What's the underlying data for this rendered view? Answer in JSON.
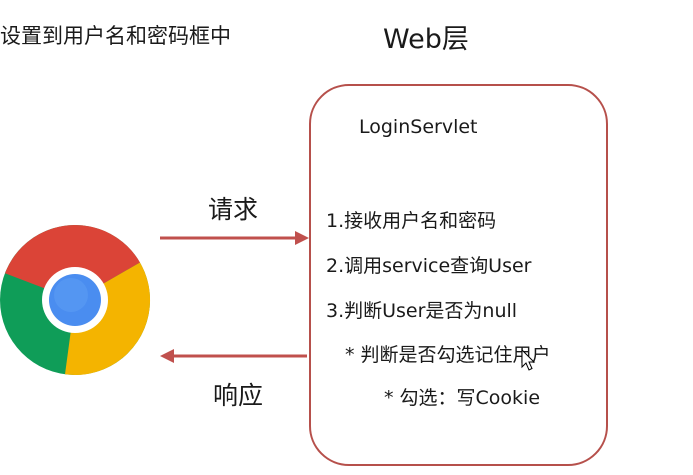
{
  "caption": "设置到用户名和密码框中",
  "layer_title": "Web层",
  "servlet": {
    "name": "LoginServlet",
    "steps": [
      "1.接收用户名和密码",
      "2.调用service查询User",
      "3.判断User是否为null",
      "* 判断是否勾选记住用户",
      "* 勾选：写Cookie"
    ]
  },
  "arrows": {
    "request_label": "请求",
    "response_label": "响应"
  },
  "colors": {
    "box_border": "#b6504b",
    "arrow": "#c0504d"
  },
  "icons": {
    "browser": "chrome-icon",
    "pointer": "cursor-icon"
  }
}
